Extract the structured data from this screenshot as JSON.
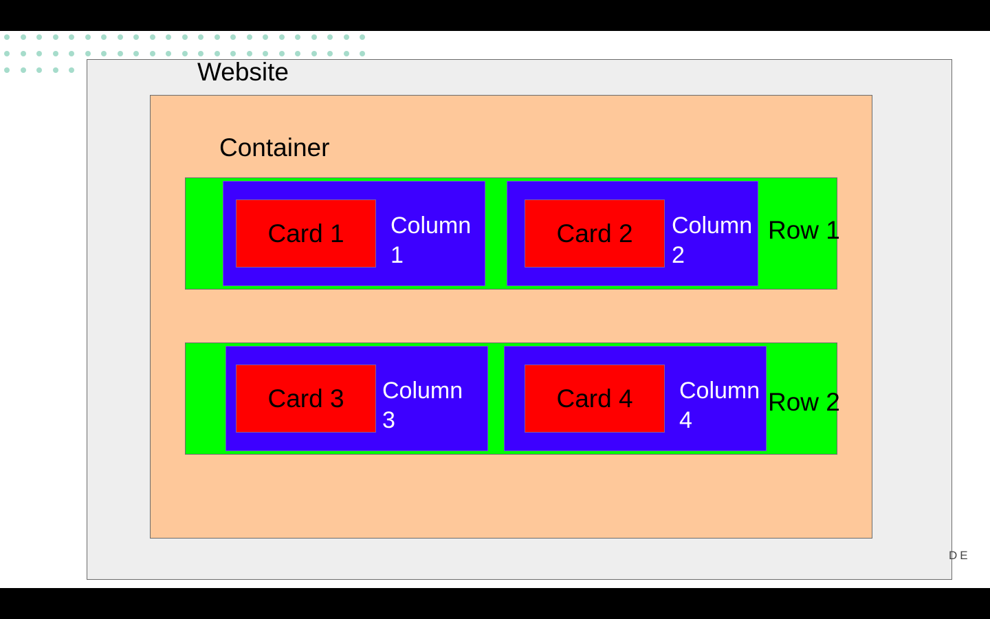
{
  "diagram": {
    "website_label": "Website",
    "container_label": "Container",
    "rows": [
      {
        "label": "Row 1"
      },
      {
        "label": "Row 2"
      }
    ],
    "columns": [
      {
        "label": "Column 1"
      },
      {
        "label": "Column 2"
      },
      {
        "label": "Column 3"
      },
      {
        "label": "Column 4"
      }
    ],
    "cards": [
      {
        "label": "Card 1"
      },
      {
        "label": "Card 2"
      },
      {
        "label": "Card 3"
      },
      {
        "label": "Card 4"
      }
    ],
    "brand_fragment": "DE"
  },
  "colors": {
    "website": "#eeeeee",
    "container": "#fec89a",
    "row": "#00ff00",
    "column": "#3d00ff",
    "card": "#ff0000",
    "dots": "#a6dccb"
  }
}
